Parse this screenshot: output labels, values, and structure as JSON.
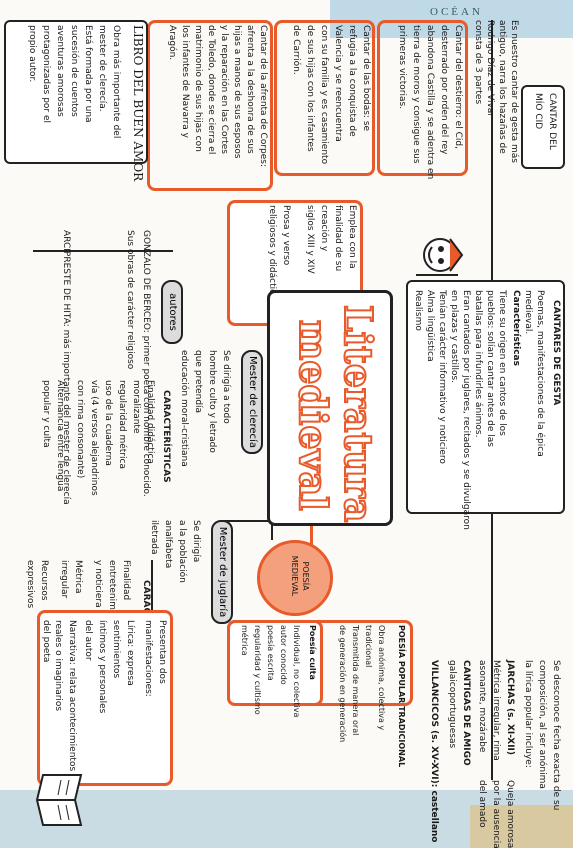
{
  "map": {
    "ocean_label": "OCÉAN"
  },
  "title": {
    "line1": "Literatura",
    "line2": "medieval"
  },
  "center": {
    "label": "POESÍA MEDIEVAL"
  },
  "cantar_cid": {
    "heading": "CANTAR DEL MÍO CID",
    "lines": [
      "Es nuestro cantar de gesta más",
      "antiguo, narra los hazañas de",
      "Rodrigo Díaz de Vivar",
      "consta de 3 partes"
    ],
    "part1": [
      "Cantar del destierro: el Cid,",
      "desterrado por orden del rey",
      "abandona Castilla y se adentra en",
      "tierra de moros y consigue sus",
      "primeras victorias."
    ],
    "part2": [
      "Cantar de las bodas: se",
      "refugia a la conquista de",
      "Valencia y se reencuentra",
      "con su familia y es casamiento",
      "de sus hijas con los infantes",
      "de Carrión."
    ],
    "part3": [
      "Cantar de la afrenta de Corpes:",
      "afrenta a la deshonra de sus",
      "hijas a manos de sus esposos",
      "y la reparación en las Cortes",
      "de Toledo, donde se cierra el",
      "matrimonio de sus hijas con",
      "los infantes de Navarra y",
      "Aragón."
    ]
  },
  "libro_buen_amor": {
    "heading": "LIBRO DEL BUEN AMOR",
    "lines": [
      "Obra más importante del",
      "mester de clerecía.",
      "Está formada por una",
      "sucesión de cuentos",
      "aventuras amorosas",
      "protagonizadas por el",
      "propio autor."
    ]
  },
  "cantares_gesta": {
    "heading": "CANTARES DE GESTA",
    "lines": [
      "Poemas, manifestaciones de la épica",
      "medieval.",
      "Características",
      "Tiene su origen en cantos de los",
      "pueblos: solían cantar antes de las",
      "batallas para infundirles ánimos.",
      "Eran cantados por juglares, recitados y se divulgaron",
      "en plazas y castillos.",
      "Tenían carácter informativo y noticiero",
      "Alma lingüística",
      "Realismo"
    ]
  },
  "mester_clerecia": {
    "heading": "Mester de clerecía",
    "lines": [
      "Se dirigía a todo",
      "hombre culto y letrado",
      "que pretendía",
      "educación moral-cristiana"
    ]
  },
  "mester_juglaria": {
    "heading": "Mester de juglaría",
    "lines": [
      "Se dirigía",
      "a la población",
      "analfabeta",
      "iletrada"
    ]
  },
  "poesia_popular": {
    "heading": "POESÍA POPULAR TRADICIONAL",
    "lines": [
      "Obra anónima, colectiva y",
      "tradicional",
      "Transmitida de manera oral",
      "de generación en generación"
    ]
  },
  "poesia_culta": {
    "heading": "Poesía culta",
    "lines": [
      "Individual, no colectiva",
      "autor conocido",
      "poesía escrita",
      "regularidad y cultismo",
      "métrica"
    ]
  },
  "autores": {
    "heading": "autores",
    "items": [
      "GONZALO DE BERCEO: primer poeta con nombre conocido.",
      "Sus obras de carácter religioso",
      "ARCIPRESTE DE HITA: más importante del mester de clerecía"
    ]
  },
  "caracteristicas_clerecia": {
    "heading": "CARACTERÍSTICAS",
    "lines": [
      "Finalidad didáctica",
      "moralizante",
      "regularidad métrica",
      "uso de la cuaderna",
      "vía (4 versos alejandrinos",
      "con rima consonante)",
      "Alternancia entre lengua",
      "popular y culta"
    ]
  },
  "caracteristicas_juglaria": {
    "heading": "CARACTERÍSTICAS",
    "lines": [
      "Finalidad",
      "entretenimiento",
      "y noticiera",
      "Métrica",
      "irregular",
      "Recursos",
      "expresivos"
    ]
  },
  "lirica": {
    "lines": [
      "Presentan dos",
      "manifestaciones:",
      "Lírica: expresa",
      "sentimientos",
      "íntimos y personales",
      "del autor",
      "Narrativa: relata acontecimientos",
      "reales o imaginarios",
      "del poeta"
    ]
  },
  "jarchas": {
    "lines": [
      "Se desconoce fecha exacta de su",
      "composición, al ser anónima",
      "la lírica popular incluye:",
      "JARCHAS (s. XI-XII)",
      "Métrica irregular, rima",
      "asonante, mozárabe",
      "CANTIGAS DE AMIGO",
      "galaicoportuguesas",
      "VILLANCICOS (s. XV-XVI): castellano"
    ],
    "side": [
      "Queja amorosa",
      "por la ausencia",
      "del amado"
    ]
  },
  "clerecia_box": {
    "lines": [
      "Emplea con la",
      "finalidad de su",
      "creación y",
      "siglos XIII y XIV",
      "Prosa y verso",
      "religiosos y didácticos"
    ]
  },
  "icons": {
    "knight": "knight-icon",
    "book": "open-book-icon"
  }
}
